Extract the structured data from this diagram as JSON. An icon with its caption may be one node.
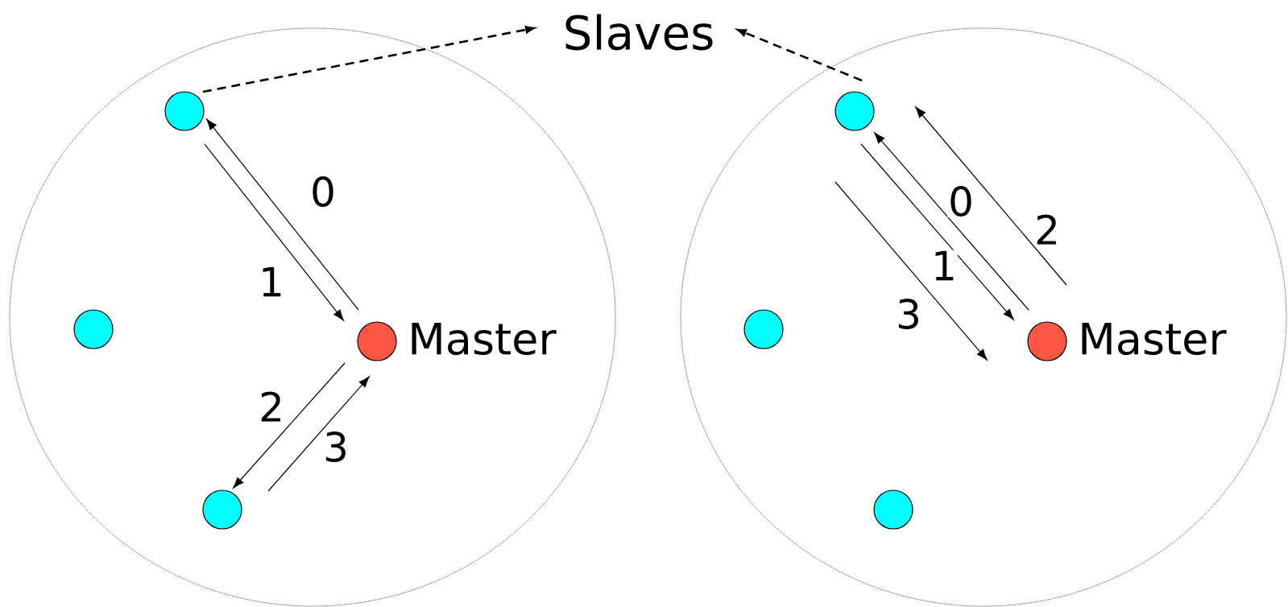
{
  "diagram": {
    "nodes": [
      {
        "text": [],
        "shape": "ellipse"
      },
      {
        "text": [],
        "shape": "circle",
        "in": 0
      },
      {
        "text": [],
        "shape": "circle",
        "in": 0
      },
      {
        "text": [],
        "shape": "circle",
        "in": 0,
        "beside": [
          "Master"
        ]
      },
      {
        "text": [],
        "shape": "circle",
        "in": 0
      },
      {
        "text": [],
        "shape": "ellipse"
      },
      {
        "text": [],
        "shape": "circle",
        "in": 5
      },
      {
        "text": [],
        "shape": "circle",
        "in": 5
      },
      {
        "text": [],
        "shape": "circle",
        "in": 5,
        "beside": [
          "Master"
        ]
      },
      {
        "text": [],
        "shape": "circle",
        "in": 5
      },
      {
        "text": [
          "Slaves"
        ]
      }
    ],
    "edges": [
      {
        "from": 3,
        "to": 1,
        "arrow": "to",
        "label": "0"
      },
      {
        "from": 1,
        "to": 3,
        "arrow": "to",
        "label": "1"
      },
      {
        "from": 3,
        "to": 4,
        "arrow": "to",
        "label": "2"
      },
      {
        "from": 4,
        "to": 3,
        "arrow": "to",
        "label": "3"
      },
      {
        "from": 8,
        "to": 6,
        "arrow": "to",
        "label": "0"
      },
      {
        "from": 6,
        "to": 8,
        "arrow": "to",
        "label": "1"
      },
      {
        "from": 8,
        "to": 6,
        "arrow": "to",
        "label": "2"
      },
      {
        "from": 6,
        "to": 8,
        "arrow": "to",
        "label": "3"
      },
      {
        "from": 1,
        "to": 10,
        "arrow": "to",
        "style": "dashed"
      },
      {
        "from": 6,
        "to": 10,
        "arrow": "to",
        "style": "dashed"
      }
    ]
  }
}
